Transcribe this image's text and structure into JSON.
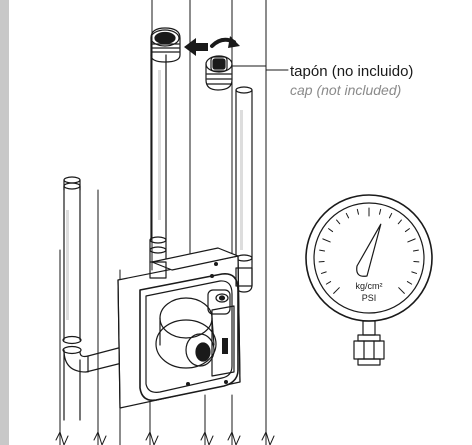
{
  "callout": {
    "label_es": "tapón (no incluido)",
    "label_en": "cap (not included)"
  },
  "gauge": {
    "unit_metric": "kg/cm²",
    "unit_imperial": "PSI",
    "needle_level": 0.62
  },
  "colors": {
    "line": "#1a1a1a",
    "caption_en": "#8a8a8a",
    "side_strip": "#c8c8c8"
  },
  "icons": [
    "insert-arrow-icon",
    "rotate-arrow-icon"
  ]
}
